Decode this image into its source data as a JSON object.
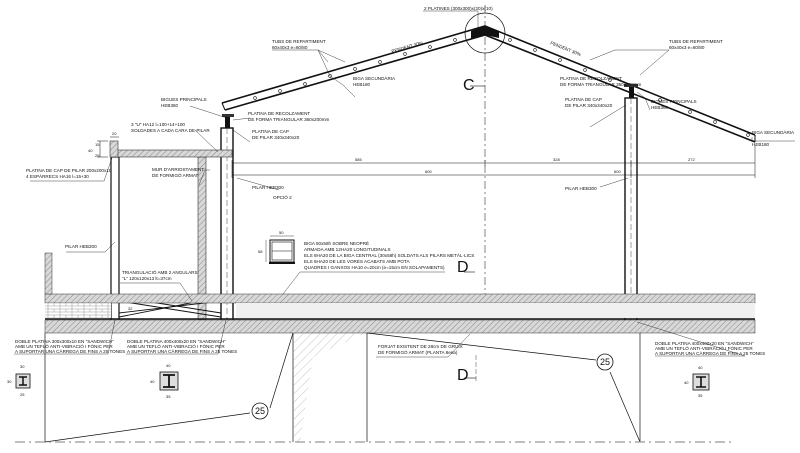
{
  "labels": {
    "platines_cumbrera": "2 PLATINES (300x300)x(20)x(10)",
    "tubs_left_1": "TUBS DE REPARTIMENT",
    "tubs_left_2": "60x40x3 e=60/80",
    "tubs_right_1": "TUBS DE REPARTIMENT",
    "tubs_right_2": "60x40x3 e=60/80",
    "pendent_left": "PENDENT 30%",
    "pendent_right": "PENDENT 30%",
    "biga_sec_left_1": "BIGA SECUNDÀRIA",
    "biga_sec_left_2": "HEB180",
    "biga_sec_right_1": "BIGA SECUNDÀRIA",
    "biga_sec_right_2": "HEB180",
    "bigues_princ_left_1": "BIGUES PRINCIPALS",
    "bigues_princ_left_2": "HEB360",
    "bigues_princ_right_1": "BIGUES PRINCIPALS",
    "bigues_princ_right_2": "HEB360",
    "recolz_left_1": "PLATINA DE RECOLZAMENT",
    "recolz_left_2": "DE FORMA TRIANGULAR 360x200mm",
    "recolz_right_1": "PLATINA DE RECOLZAMENT",
    "recolz_right_2": "DE FORMA TRIANGULAR 360x200mm",
    "cap_left_1": "PLATINA DE CAP",
    "cap_left_2": "DE PILAR 340x340x20",
    "cap_right_1": "PLATINA DE CAP",
    "cap_right_2": "DE PILAR 340x340x20",
    "u_bars_1": "3 \"U\" HA12 l=100+14+100",
    "u_bars_2": "SOLDADES A CADA CARA DE PILAR",
    "platina_cap_small_1": "PLATINA DE CAP DE PILAR 200x200x10",
    "platina_cap_small_2": "4 ESPÀRRECS HA16 l=15+30",
    "mur_1": "MUR D'ARRIOSTAMENT",
    "mur_2": "DE FORMIGÓ ARMAT",
    "pilar_left": "PILAR HEB300",
    "pilar_right": "PILAR HEB300",
    "pilar_small": "PILAR HEB200",
    "opcio": "OPCIÓ 2",
    "triang_1": "TRIANGULACIÓ AMB 2 ANGULARS",
    "triang_2": "\"L\" 120x120x13 lt=37cm",
    "biga_1": "BIGA 50x58h SOBRE NEOPRÈ",
    "biga_2": "ARMADA AMB 12HA20 LONGITUDINALS",
    "biga_3": "ELS 8HA20 DE LA BIGA CENTRAL (30x58h) SOLDATS ALS PILARS METÀL·LICS",
    "biga_4": "ELS 6HA20 DE LES VORES ACABATS AMB POTA",
    "biga_5": "QUADRES I GANXOS HA10 e=20cm (e=15cm EN SOLAPAMENTS)",
    "forjat_1": "FORJAT EXISTENT DE 28cm DE GRUIX",
    "forjat_2": "DE FORMIGÓ ARMAT (PLANTA 8ena)",
    "sandwich_a_1": "DOBLE PLATINA 300x300x10 EN \"SANDWICH\"",
    "sandwich_a_2": "AMB UN TEFLÓ ANTI-VIBRACIÓ I FÒNIC PER",
    "sandwich_a_3": "A SUPORTAR UNA CÀRREGA DE FINS A 25 TONES",
    "sandwich_b_1": "DOBLE PLATINA 400x400x20 EN \"SANDWICH\"",
    "sandwich_b_2": "AMB UN TEFLÓ ANTI-VIBRACIÓ I FÒNIC PER",
    "sandwich_b_3": "A SUPORTAR UNA CÀRREGA DE FINS A 25 TONES",
    "sandwich_c_1": "DOBLE PLATINA 400x400x20 EN \"SANDWICH\"",
    "sandwich_c_2": "AMB UN TEFLÓ ANTI-VIBRACIÓ I FÒNIC PER",
    "sandwich_c_3": "A SUPORTAR UNA CÀRREGA DE FINS A 25 TONES"
  },
  "dimensions": {
    "d585": "585",
    "d328": "328",
    "d272": "272",
    "d600a": "600",
    "d600b": "600",
    "d30": "30",
    "d20": "20",
    "d40": "40",
    "d15": "15",
    "d25": "25",
    "d50": "50",
    "d58": "58",
    "d32": "32",
    "d19": "19",
    "sec_a_w": "30",
    "sec_a_h": "30",
    "sec_a_b": "25",
    "sec_b_w": "40",
    "sec_b_h": "40",
    "sec_b_b": "35",
    "sec_c_w": "40",
    "sec_c_h": "40",
    "sec_c_b": "35"
  },
  "markers": {
    "section_c": "C",
    "section_d1": "D",
    "section_d2": "D",
    "detail_left": "25",
    "detail_right": "25"
  }
}
